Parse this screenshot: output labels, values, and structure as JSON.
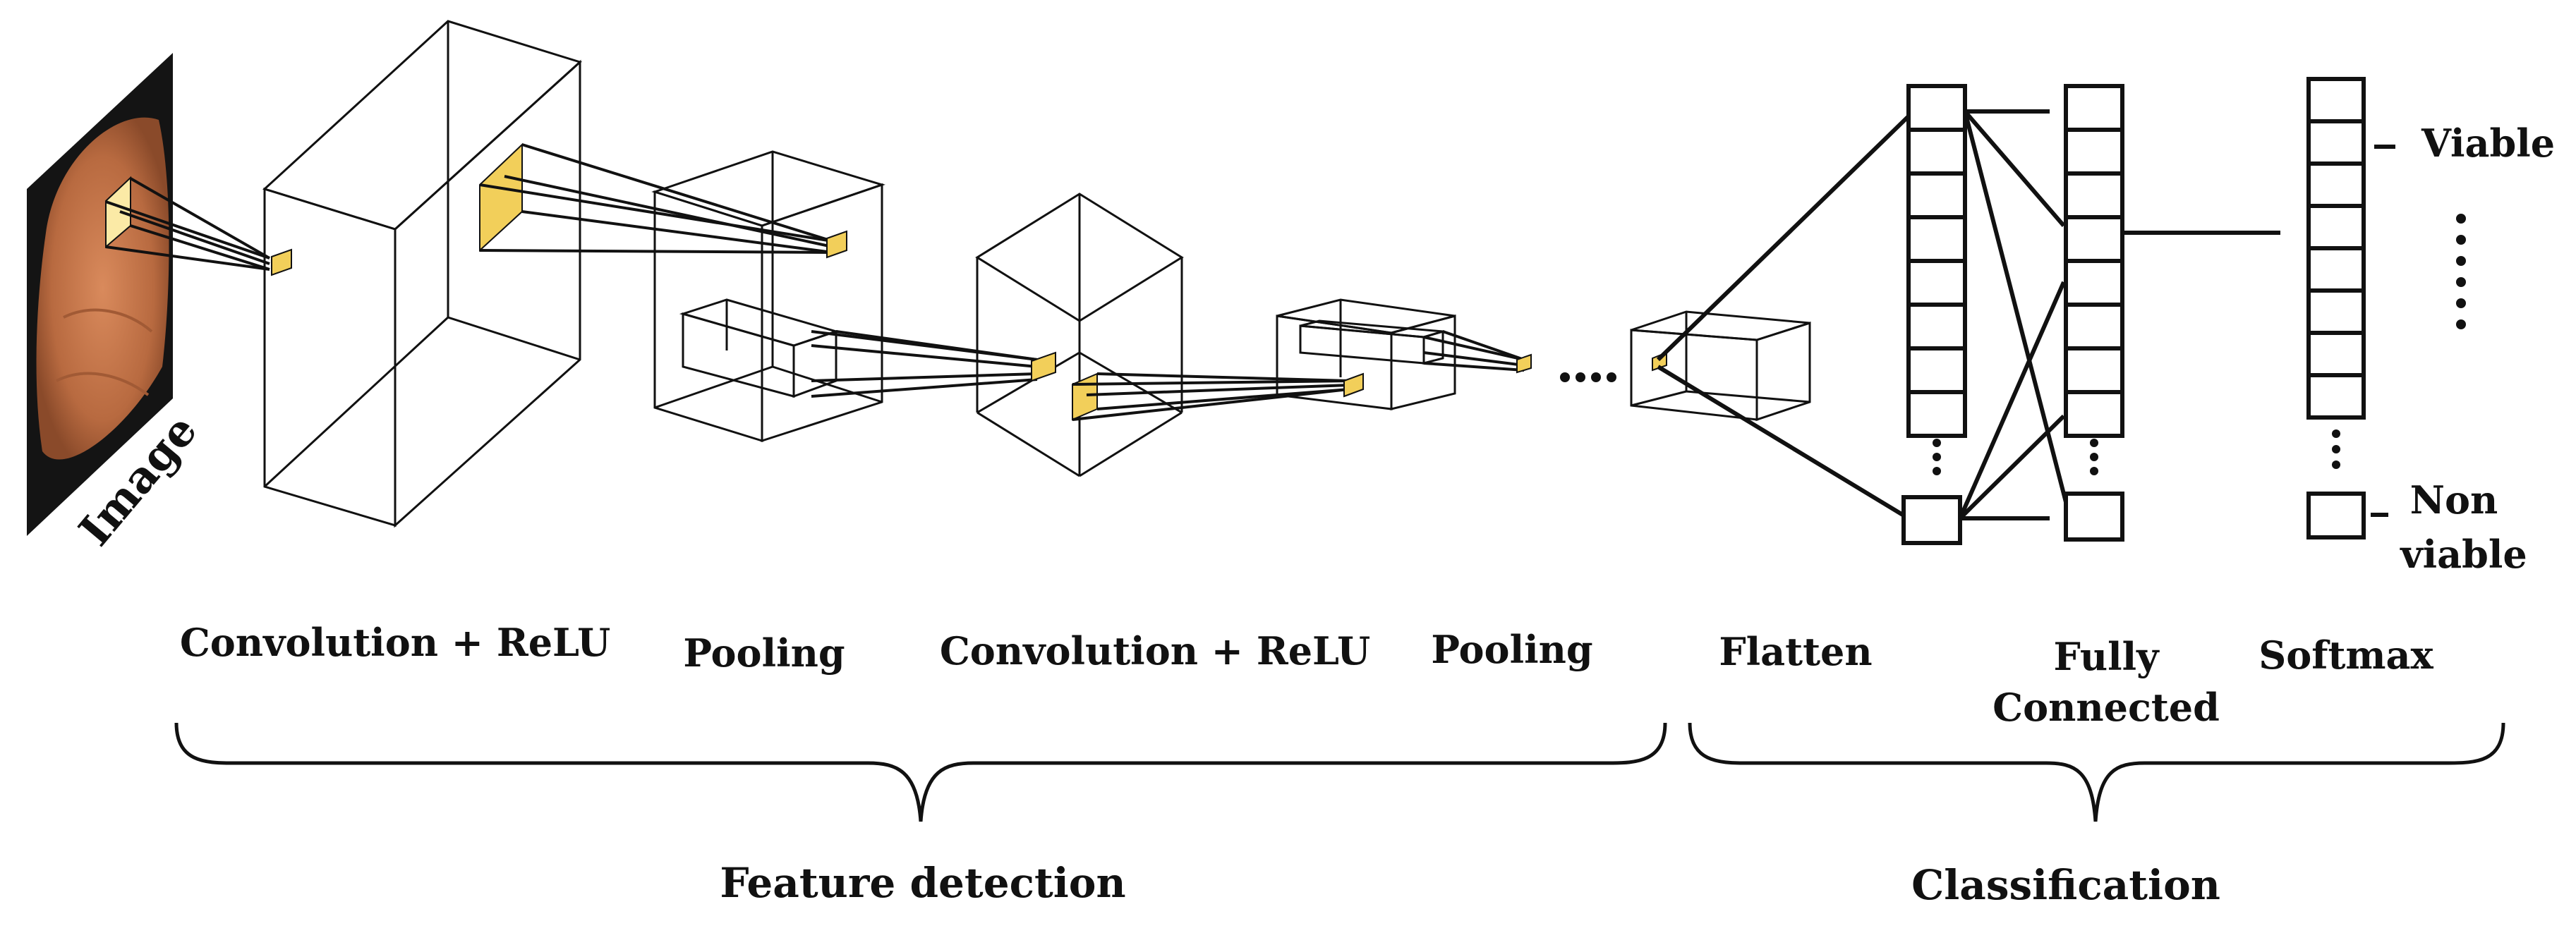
{
  "input": {
    "label": "Image"
  },
  "layers": [
    {
      "label": "Convolution + ReLU"
    },
    {
      "label": "Pooling"
    },
    {
      "label": "Convolution + ReLU"
    },
    {
      "label": "Pooling"
    },
    {
      "label": "Flatten"
    },
    {
      "label_line1": "Fully",
      "label_line2": "Connected"
    },
    {
      "label": "Softmax"
    }
  ],
  "outputs": {
    "viable": "Viable",
    "nonviable_line1": "Non",
    "nonviable_line2": "viable"
  },
  "groups": {
    "feature_detection": "Feature detection",
    "classification": "Classification"
  },
  "colors": {
    "highlight": "#f2cf5a",
    "image_bg": "#141414",
    "image_tissue": "#c7774a"
  }
}
